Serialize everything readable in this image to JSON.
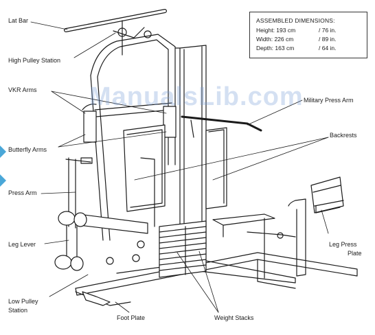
{
  "labels": {
    "lat_bar": "Lat Bar",
    "high_pulley_station": "High Pulley Station",
    "vkr_arms": "VKR Arms",
    "butterfly_arms": "Butterfly Arms",
    "press_arm": "Press Arm",
    "leg_lever": "Leg Lever",
    "low_pulley_station_line1": "Low Pulley",
    "low_pulley_station_line2": "Station",
    "foot_plate": "Foot Plate",
    "weight_stacks": "Weight Stacks",
    "military_press_arm": "Military Press Arm",
    "backrests": "Backrests",
    "leg_press_plate_line1": "Leg Press",
    "leg_press_plate_line2": "Plate"
  },
  "dimensions": {
    "title": "ASSEMBLED DIMENSIONS:",
    "rows": [
      {
        "label": "Height: 193 cm",
        "imperial": "/ 76 in."
      },
      {
        "label": "Width: 226 cm",
        "imperial": "/ 89 in."
      },
      {
        "label": "Depth: 163 cm",
        "imperial": "/ 64 in."
      }
    ]
  },
  "watermark": "ManualsLib.com",
  "colors": {
    "line": "#1a1a1a",
    "watermark": "#78a0d7",
    "side_marker": "#4aa7d8"
  }
}
